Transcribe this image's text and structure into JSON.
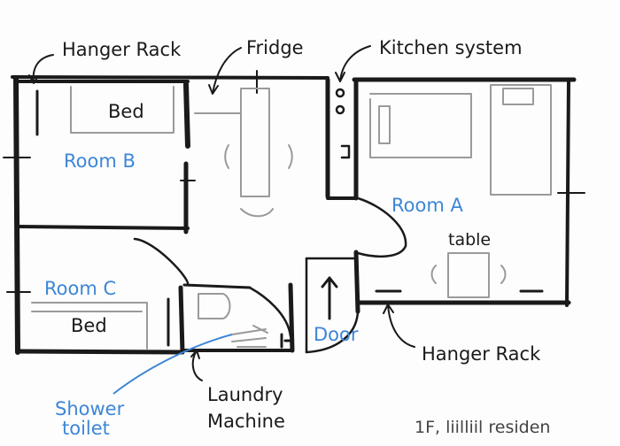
{
  "labels": {
    "hanger_rack_top": "Hanger Rack",
    "fridge": "Fridge",
    "kitchen_system": "Kitchen system",
    "bed_b": "Bed",
    "room_b": "Room B",
    "room_a": "Room A",
    "table": "table",
    "room_c": "Room C",
    "bed_c": "Bed",
    "door": "Door",
    "hanger_rack_bottom": "Hanger Rack",
    "shower": "Shower",
    "toilet": "toilet",
    "laundry": "Laundry",
    "machine": "Machine",
    "footer": "1F, liilliil residen"
  },
  "colors": {
    "ink": "#1a1a1a",
    "blue": "#3d86d6",
    "sketch": "#9a9a9a"
  }
}
